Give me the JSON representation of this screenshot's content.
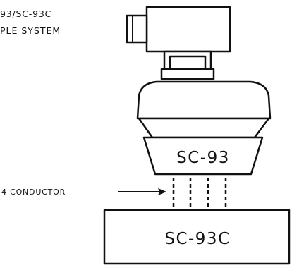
{
  "caption": {
    "line1": "93/SC-93C",
    "line2": "PLE SYSTEM"
  },
  "sensor": {
    "label": "SC-93"
  },
  "cable": {
    "label": "4 CONDUCTOR",
    "conductor_count": 4
  },
  "controller": {
    "label": "SC-93C"
  },
  "colors": {
    "ink": "#111111",
    "background": "#ffffff"
  }
}
